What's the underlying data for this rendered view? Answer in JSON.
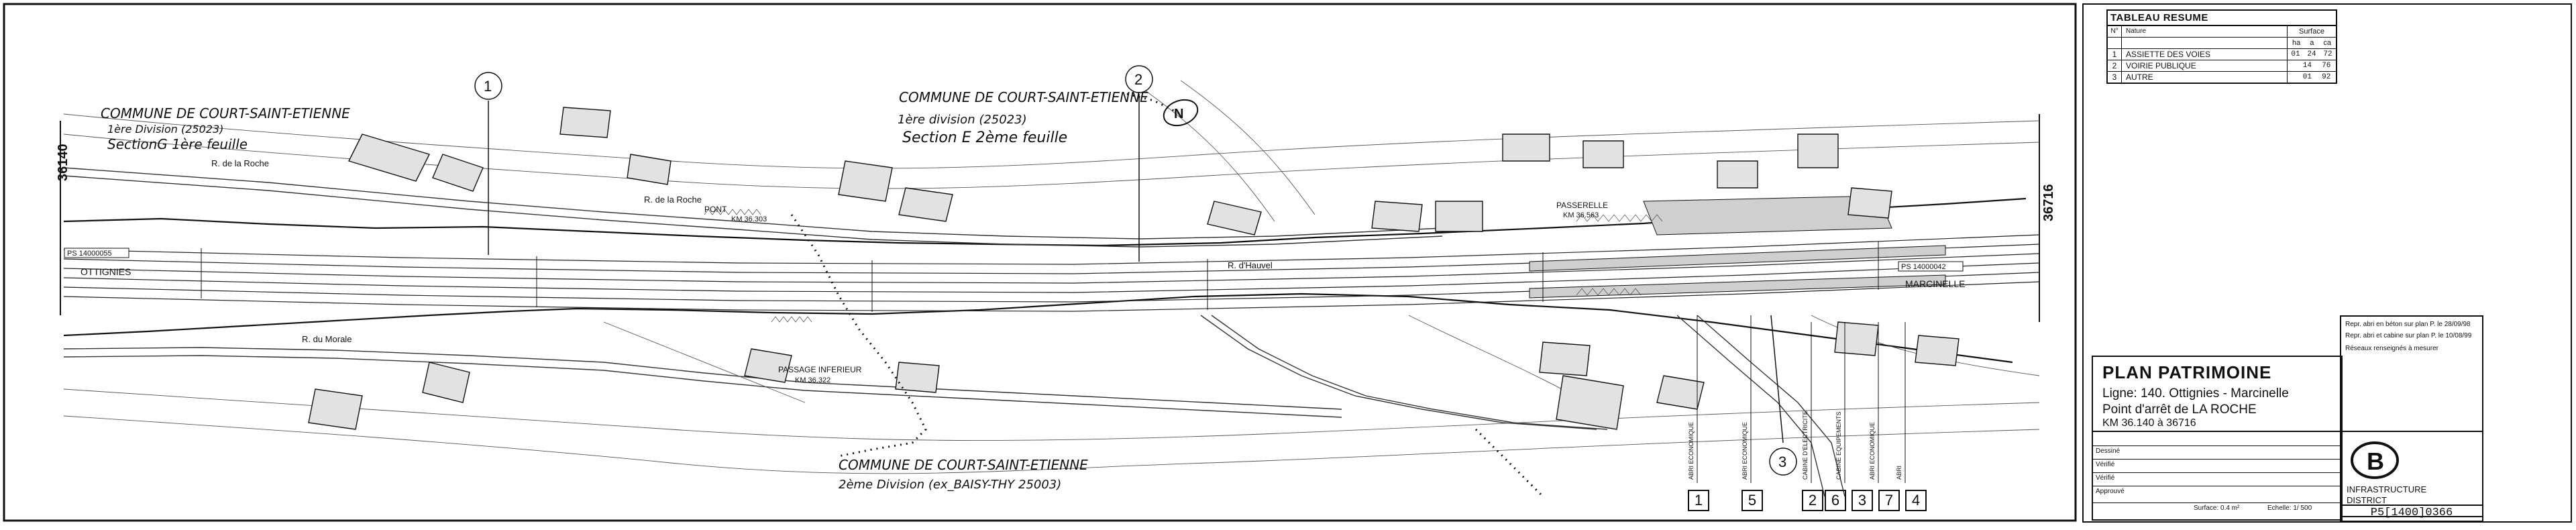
{
  "labels": {
    "commune_1": "COMMUNE DE COURT-SAINT-ETIENNE",
    "division_1": "1ère Division (25023)",
    "section_1": "SectionG 1ère feuille",
    "commune_2": "COMMUNE DE COURT-SAINT-ETIENNE",
    "division_2": "1ère division (25023)",
    "section_2": "Section E 2ème feuille",
    "commune_3": "COMMUNE DE COURT-SAINT-ETIENNE",
    "division_3": "2ème Division (ex_BAISY-THY 25003)",
    "north": "N",
    "ottignies": "OTTIGNIES",
    "marcinelle": "MARCINELLE",
    "pk_start": "36140",
    "pk_end": "36716",
    "ps_left": "PS 14000055",
    "ps_right": "PS 14000042",
    "rue_roche_1": "R. de la Roche",
    "rue_roche_2": "R. de la Roche",
    "rue_havre": "R. d'Hauvel",
    "rue_morale": "R. du Morale",
    "pont": "PONT",
    "pont_km": "KM 36.303",
    "passage": "PASSAGE INFERIEUR",
    "passage_km": "KM 36.322",
    "passerelle": "PASSERELLE",
    "passerelle_km": "KM 36.563",
    "circle_1": "1",
    "circle_2": "2",
    "circle_3": "3",
    "tag_1": "1",
    "tag_5": "5",
    "tag_2": "2",
    "tag_6": "6",
    "tag_3": "3",
    "tag_7": "7",
    "tag_4": "4",
    "vertical_1": "ABRI ECONOMIQUE",
    "vertical_2": "ABRI ECONOMIQUE",
    "vertical_3": "CABINE D'ELECTRICITE",
    "vertical_4": "CABINE EQUIPEMENTS",
    "vertical_5": "ABRI ECONOMIQUE",
    "vertical_6": "ABRI"
  },
  "tableau": {
    "title": "TABLEAU RESUME",
    "col_n": "N°",
    "col_nature": "Nature",
    "col_surface": "Surface",
    "col_ha": "ha",
    "col_a": "a",
    "col_ca": "ca",
    "rows": [
      {
        "n": "1",
        "nature": "ASSIETTE DES VOIES",
        "ha": "01",
        "a": "24",
        "ca": "72"
      },
      {
        "n": "2",
        "nature": "VOIRIE PUBLIQUE",
        "ha": "",
        "a": "14",
        "ca": "76"
      },
      {
        "n": "3",
        "nature": "AUTRE",
        "ha": "",
        "a": "01",
        "ca": "92"
      }
    ]
  },
  "title_block": {
    "main": "PLAN PATRIMOINE",
    "line": "Ligne: 140. Ottignies - Marcinelle",
    "stop": "Point d'arrêt de LA ROCHE",
    "km": "KM 36.140 à 36716",
    "notes": "Repr. abri en béton sur plan P. le 28/09/98",
    "notes2": "Repr. abri et cabine sur plan P. le 10/08/99",
    "legend": "Réseaux renseignés à mesurer",
    "dept": "INFRASTRUCTURE",
    "dept2": "DISTRICT",
    "number": "P5[1400]0366",
    "surface": "Surface: 0.4 m²",
    "echelle": "Echelle: 1/ 500",
    "rows": [
      "Dessiné",
      "Vérifié",
      "Vérifié",
      "Approuvé"
    ]
  }
}
